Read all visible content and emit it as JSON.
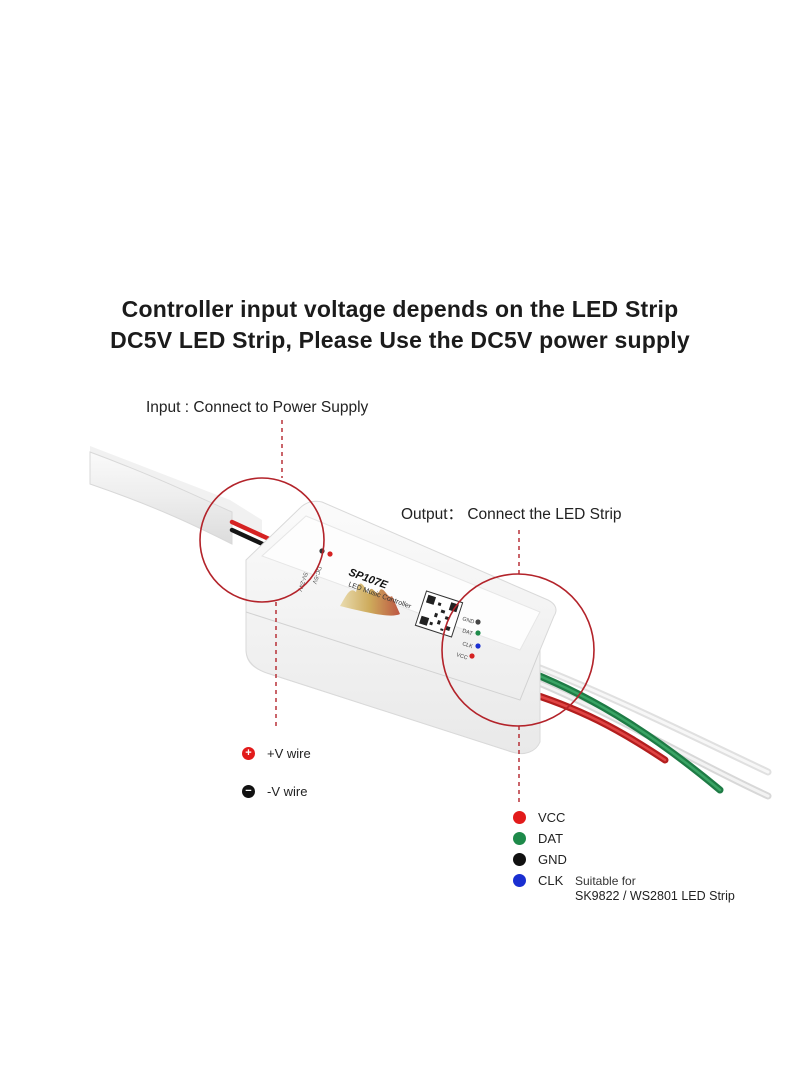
{
  "title": {
    "line1": "Controller input voltage depends on the LED Strip",
    "line2": "DC5V  LED Strip,  Please Use the DC5V power supply"
  },
  "input_label": "Input : Connect to Power Supply",
  "output_label": "Output： Connect the  LED Strip",
  "device": {
    "model": "SP107E",
    "subtitle": "LED Music Controller",
    "input_marks": [
      "5V-24V",
      "DC-5V"
    ],
    "pin_labels": [
      "GND",
      "DAT",
      "CLK",
      "VCC"
    ]
  },
  "input_legend": [
    {
      "sign": "+",
      "label": "+V wire",
      "color": "#e21b1b"
    },
    {
      "sign": "−",
      "label": "-V wire",
      "color": "#111111"
    }
  ],
  "output_legend": [
    {
      "label": "VCC",
      "color": "#e21b1b"
    },
    {
      "label": "DAT",
      "color": "#1e8a4a"
    },
    {
      "label": "GND",
      "color": "#111111"
    },
    {
      "label": "CLK",
      "color": "#1a2fd1"
    }
  ],
  "suitable": {
    "line1": "Suitable for",
    "line2": "SK9822 / WS2801 LED Strip"
  },
  "colors": {
    "accent_red": "#b3232a",
    "device_body": "#f4f4f4"
  }
}
